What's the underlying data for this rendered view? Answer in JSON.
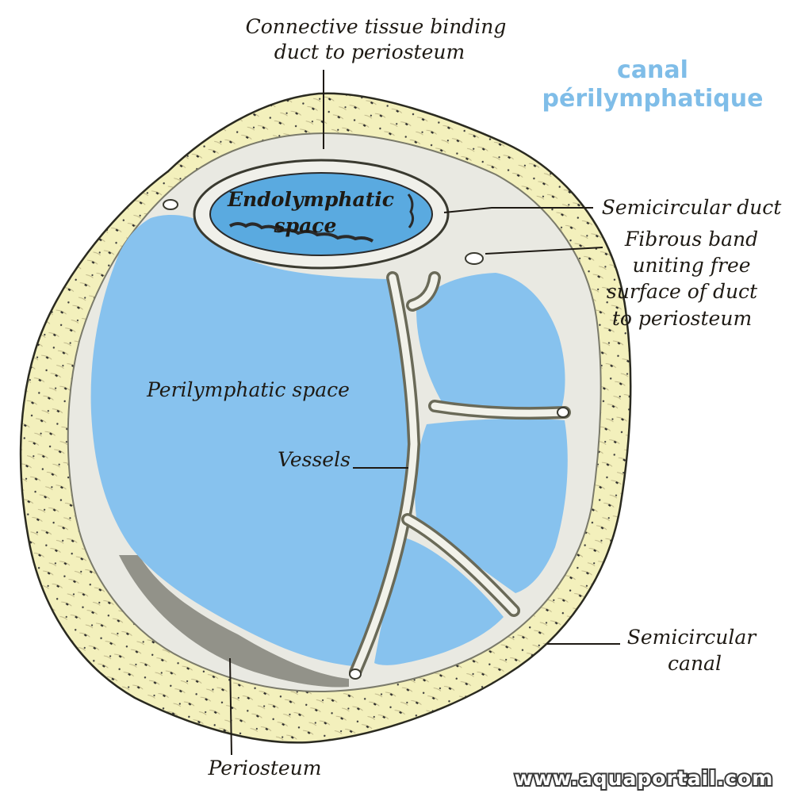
{
  "title": {
    "line1": "canal",
    "line2": "périlymphatique",
    "color": "#7fbde8"
  },
  "labels": {
    "connective_tissue_line1": "Connective tissue binding",
    "connective_tissue_line2": "duct to periosteum",
    "endolymphatic_line1": "Endolymphatic",
    "endolymphatic_line2": "space",
    "semicircular_duct": "Semicircular duct",
    "fibrous_band_line1": "Fibrous band",
    "fibrous_band_line2": "uniting free",
    "fibrous_band_line3": "surface of duct",
    "fibrous_band_line4": "to periosteum",
    "perilymphatic_space": "Perilymphatic space",
    "vessels": "Vessels",
    "semicircular_canal_line1": "Semicircular",
    "semicircular_canal_line2": "canal",
    "periosteum": "Periosteum"
  },
  "watermark": "www.aquaportail.com",
  "colors": {
    "bone": "#f3f0bc",
    "fluid": "#87c2ee",
    "endolymph": "#5aaae0",
    "periosteum": "#e9e9e2"
  }
}
